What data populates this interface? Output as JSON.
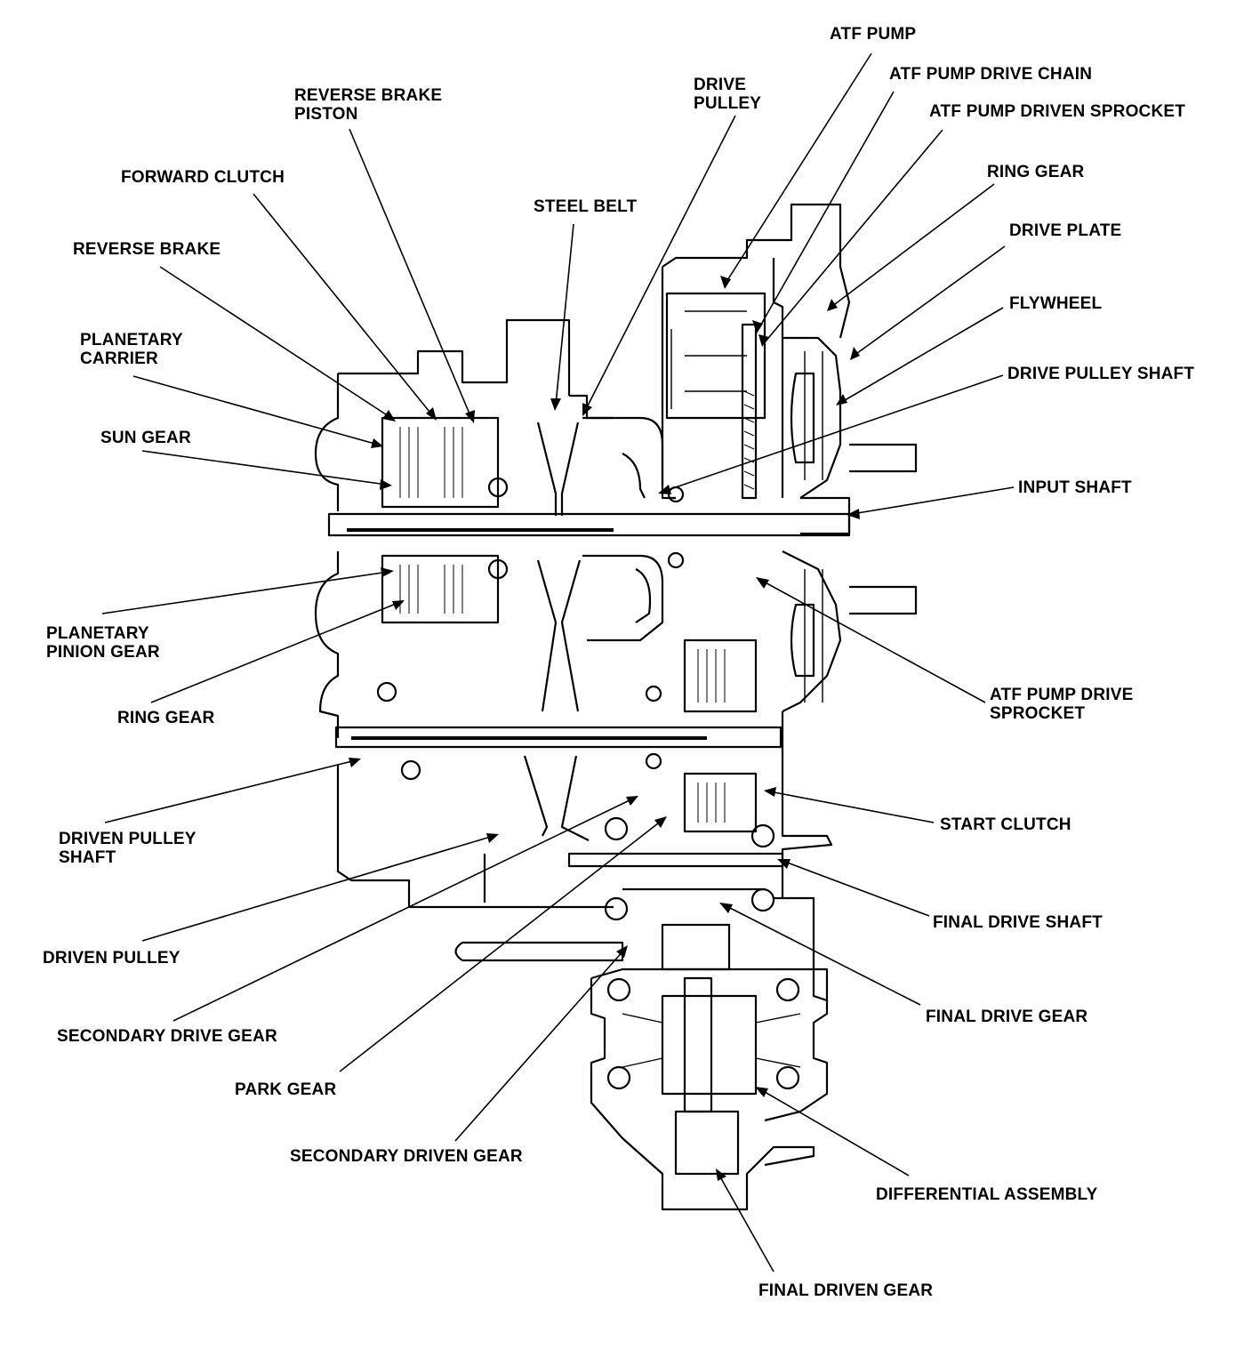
{
  "labels": {
    "atf_pump": "ATF PUMP",
    "atf_pump_drive_chain": "ATF PUMP DRIVE CHAIN",
    "atf_pump_driven_sprocket": "ATF PUMP DRIVEN SPROCKET",
    "ring_gear_top": "RING GEAR",
    "drive_plate": "DRIVE PLATE",
    "flywheel": "FLYWHEEL",
    "drive_pulley_shaft": "DRIVE PULLEY SHAFT",
    "input_shaft": "INPUT SHAFT",
    "atf_pump_drive_sprocket": "ATF PUMP DRIVE\nSPROCKET",
    "start_clutch": "START CLUTCH",
    "final_drive_shaft": "FINAL DRIVE SHAFT",
    "final_drive_gear": "FINAL DRIVE GEAR",
    "differential_assembly": "DIFFERENTIAL ASSEMBLY",
    "final_driven_gear": "FINAL DRIVEN GEAR",
    "drive_pulley": "DRIVE\nPULLEY",
    "reverse_brake_piston": "REVERSE BRAKE\nPISTON",
    "forward_clutch": "FORWARD CLUTCH",
    "steel_belt": "STEEL BELT",
    "reverse_brake": "REVERSE BRAKE",
    "planetary_carrier": "PLANETARY\nCARRIER",
    "sun_gear": "SUN GEAR",
    "planetary_pinion_gear": "PLANETARY\nPINION GEAR",
    "ring_gear_bottom": "RING GEAR",
    "driven_pulley_shaft": "DRIVEN PULLEY\nSHAFT",
    "driven_pulley": "DRIVEN PULLEY",
    "secondary_drive_gear": "SECONDARY DRIVE GEAR",
    "park_gear": "PARK GEAR",
    "secondary_driven_gear": "SECONDARY DRIVEN GEAR"
  }
}
